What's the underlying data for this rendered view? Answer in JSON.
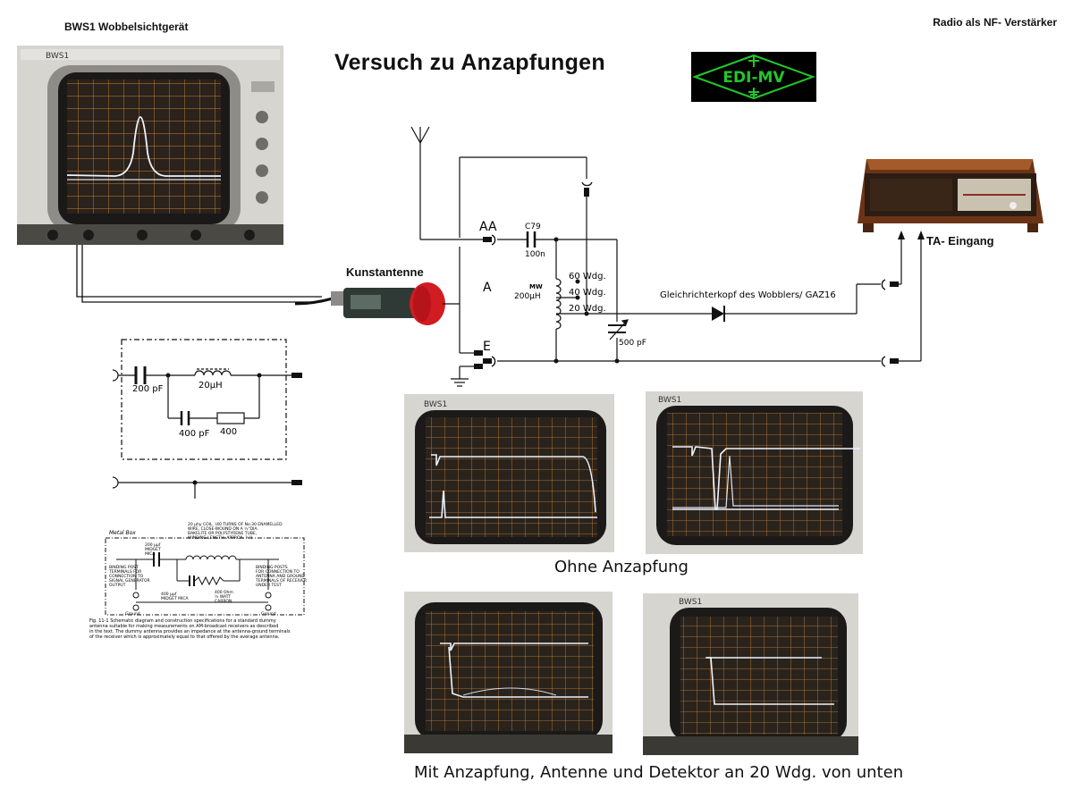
{
  "header": {
    "left_title": "BWS1 Wobbelsichtgerät",
    "right_title": "Radio als NF- Verstärker",
    "main_title": "Versuch zu Anzapfungen",
    "logo_text": "EDI-MV",
    "logo_bg": "#000000",
    "logo_fg": "#22c62b"
  },
  "labels": {
    "kunstantenne": "Kunstantenne",
    "ta_eingang": "TA- Eingang",
    "node_aa": "AA",
    "node_a": "A",
    "node_e": "E",
    "cap_name": "C79",
    "cap_value": "100n",
    "coil_band": "MW",
    "coil_value": "200µH",
    "tap_60": "60 Wdg.",
    "tap_40": "40 Wdg.",
    "tap_20": "20 Wdg.",
    "detector": "Gleichrichterkopf des Wobblers/ GAZ16",
    "trimmer_value": "500 pF"
  },
  "dummy": {
    "c1": "200 pF",
    "l1": "20µH",
    "c2": "400 pF",
    "r1": "400",
    "scan_metal_box": "Metal Box",
    "scan_c1": "200 µµf\nMIDGET\nMICA",
    "scan_l1": "20 µhy COIL. (40 TURNS OF No.30 ENAMELLED\nWIRE, CLOSE-WOUND ON A ½\"DIA.\nBAKELITE OR POLYSTYRENE TUBE,\nWINDING LENGTH: APPROX. ⅞\")",
    "scan_c2": "400 µµf\nMIDGET MICA",
    "scan_r1": "400 Ohm\n½ WATT\nCARBON",
    "scan_left": "BINDING POST\nTERMINALS FOR\nCONNECTION TO\nSIGNAL GENERATOR\nOUTPUT",
    "scan_right": "BINDING POSTS\nFOR CONNECTION TO\nANTENNA AND GROUND\nTERMINALS OF RECEIVER\nUNDER TEST",
    "scan_ground_l": "Ground",
    "scan_ground_r": "Ground",
    "scan_caption": "Fig. 11-1 Schematic diagram and construction specifications for a standard dummy\nantenna suitable for making measurements on AM-broadcast receivers as described\nin the text. The dummy antenna provides an impedance at the antenna-ground terminals\nof the receiver which is approximately equal to that offered by the average antenna."
  },
  "scope": {
    "brand": "BWS1"
  },
  "captions": {
    "ohne": "Ohne Anzapfung",
    "mit": "Mit Anzapfung, Antenne und Detektor an 20 Wdg. von unten"
  },
  "colors": {
    "scope_grid": "#c9833a",
    "scope_trace": "#eef4ff",
    "panel": "#d6d5d0"
  }
}
